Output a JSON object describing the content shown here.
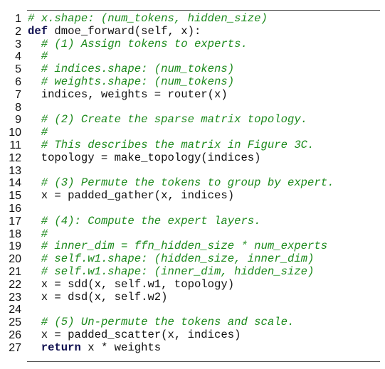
{
  "colors": {
    "comment": "#1c8a1c",
    "keyword": "#101050",
    "text": "#111111",
    "rule": "#555555"
  },
  "lines": [
    {
      "number": "1",
      "tokens": [
        {
          "type": "comment",
          "text": "# x.shape: (num_tokens, hidden_size)"
        }
      ]
    },
    {
      "number": "2",
      "tokens": [
        {
          "type": "keyword",
          "text": "def"
        },
        {
          "type": "plain",
          "text": " dmoe_forward(self, x):"
        }
      ]
    },
    {
      "number": "3",
      "tokens": [
        {
          "type": "plain",
          "text": "  "
        },
        {
          "type": "comment",
          "text": "# (1) Assign tokens to experts."
        }
      ]
    },
    {
      "number": "4",
      "tokens": [
        {
          "type": "plain",
          "text": "  "
        },
        {
          "type": "comment",
          "text": "#"
        }
      ]
    },
    {
      "number": "5",
      "tokens": [
        {
          "type": "plain",
          "text": "  "
        },
        {
          "type": "comment",
          "text": "# indices.shape: (num_tokens)"
        }
      ]
    },
    {
      "number": "6",
      "tokens": [
        {
          "type": "plain",
          "text": "  "
        },
        {
          "type": "comment",
          "text": "# weights.shape: (num_tokens)"
        }
      ]
    },
    {
      "number": "7",
      "tokens": [
        {
          "type": "plain",
          "text": "  indices, weights = router(x)"
        }
      ]
    },
    {
      "number": "8",
      "tokens": [
        {
          "type": "plain",
          "text": ""
        }
      ]
    },
    {
      "number": "9",
      "tokens": [
        {
          "type": "plain",
          "text": "  "
        },
        {
          "type": "comment",
          "text": "# (2) Create the sparse matrix topology."
        }
      ]
    },
    {
      "number": "10",
      "tokens": [
        {
          "type": "plain",
          "text": "  "
        },
        {
          "type": "comment",
          "text": "#"
        }
      ]
    },
    {
      "number": "11",
      "tokens": [
        {
          "type": "plain",
          "text": "  "
        },
        {
          "type": "comment",
          "text": "# This describes the matrix in Figure 3C."
        }
      ]
    },
    {
      "number": "12",
      "tokens": [
        {
          "type": "plain",
          "text": "  topology = make_topology(indices)"
        }
      ]
    },
    {
      "number": "13",
      "tokens": [
        {
          "type": "plain",
          "text": ""
        }
      ]
    },
    {
      "number": "14",
      "tokens": [
        {
          "type": "plain",
          "text": "  "
        },
        {
          "type": "comment",
          "text": "# (3) Permute the tokens to group by expert."
        }
      ]
    },
    {
      "number": "15",
      "tokens": [
        {
          "type": "plain",
          "text": "  x = padded_gather(x, indices)"
        }
      ]
    },
    {
      "number": "16",
      "tokens": [
        {
          "type": "plain",
          "text": ""
        }
      ]
    },
    {
      "number": "17",
      "tokens": [
        {
          "type": "plain",
          "text": "  "
        },
        {
          "type": "comment",
          "text": "# (4): Compute the expert layers."
        }
      ]
    },
    {
      "number": "18",
      "tokens": [
        {
          "type": "plain",
          "text": "  "
        },
        {
          "type": "comment",
          "text": "#"
        }
      ]
    },
    {
      "number": "19",
      "tokens": [
        {
          "type": "plain",
          "text": "  "
        },
        {
          "type": "comment",
          "text": "# inner_dim = ffn_hidden_size * num_experts"
        }
      ]
    },
    {
      "number": "20",
      "tokens": [
        {
          "type": "plain",
          "text": "  "
        },
        {
          "type": "comment",
          "text": "# self.w1.shape: (hidden_size, inner_dim)"
        }
      ]
    },
    {
      "number": "21",
      "tokens": [
        {
          "type": "plain",
          "text": "  "
        },
        {
          "type": "comment",
          "text": "# self.w1.shape: (inner_dim, hidden_size)"
        }
      ]
    },
    {
      "number": "22",
      "tokens": [
        {
          "type": "plain",
          "text": "  x = sdd(x, self.w1, topology)"
        }
      ]
    },
    {
      "number": "23",
      "tokens": [
        {
          "type": "plain",
          "text": "  x = dsd(x, self.w2)"
        }
      ]
    },
    {
      "number": "24",
      "tokens": [
        {
          "type": "plain",
          "text": ""
        }
      ]
    },
    {
      "number": "25",
      "tokens": [
        {
          "type": "plain",
          "text": "  "
        },
        {
          "type": "comment",
          "text": "# (5) Un-permute the tokens and scale."
        }
      ]
    },
    {
      "number": "26",
      "tokens": [
        {
          "type": "plain",
          "text": "  x = padded_scatter(x, indices)"
        }
      ]
    },
    {
      "number": "27",
      "tokens": [
        {
          "type": "plain",
          "text": "  "
        },
        {
          "type": "keyword",
          "text": "return"
        },
        {
          "type": "plain",
          "text": " x * weights"
        }
      ]
    }
  ]
}
